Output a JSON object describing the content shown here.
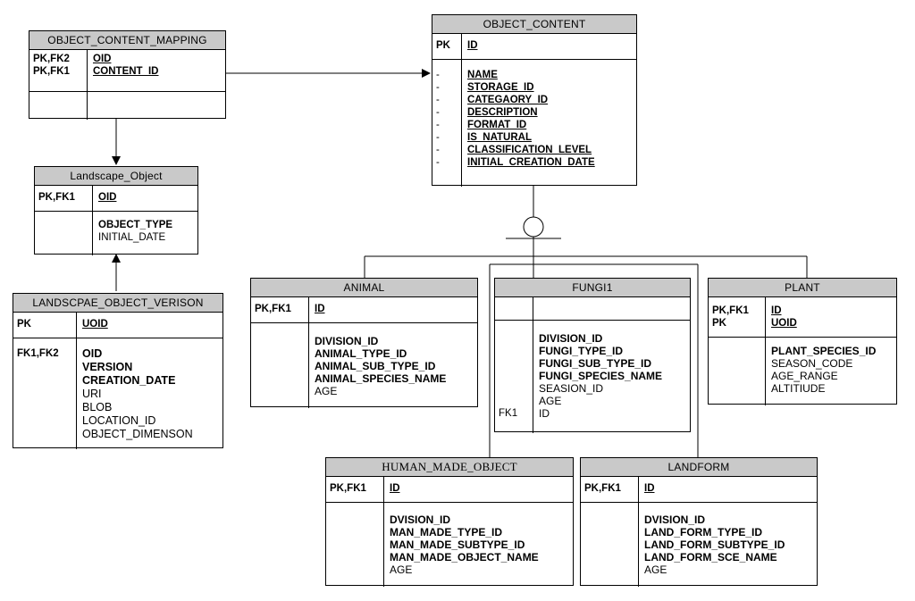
{
  "entities": {
    "ocm": {
      "title": "OBJECT_CONTENT_MAPPING",
      "pk_keys": [
        "PK,FK2",
        "PK,FK1"
      ],
      "pk_attrs": [
        "OID",
        "CONTENT_ID"
      ]
    },
    "oc": {
      "title": "OBJECT_CONTENT",
      "pk_key": "PK",
      "pk_attr": "ID",
      "markers": [
        "-",
        "-",
        "-",
        "-",
        "-",
        "-",
        "-",
        "-"
      ],
      "attrs": [
        "NAME",
        "STORAGE_ID",
        "CATEGAORY_ID",
        "DESCRIPTION",
        "FORMAT_ID",
        "IS_NATURAL",
        "CLASSIFICATION_LEVEL",
        "INITIAL_CREATION_DATE"
      ]
    },
    "lo": {
      "title": "Landscape_Object",
      "pk_key": "PK,FK1",
      "pk_attr": "OID",
      "attrs_bold": [
        "OBJECT_TYPE"
      ],
      "attrs": [
        "INITIAL_DATE"
      ]
    },
    "lov": {
      "title": "LANDSCPAE_OBJECT_VERISON",
      "pk_key": "PK",
      "pk_attr": "UOID",
      "fk_key": "FK1,FK2",
      "attrs_bold": [
        "OID",
        "VERSION",
        "CREATION_DATE"
      ],
      "attrs": [
        "URI",
        "BLOB",
        "LOCATION_ID",
        "OBJECT_DIMENSON"
      ]
    },
    "animal": {
      "title": "ANIMAL",
      "pk_key": "PK,FK1",
      "pk_attr": "ID",
      "attrs_bold": [
        "DIVISION_ID",
        "ANIMAL_TYPE_ID",
        "ANIMAL_SUB_TYPE_ID",
        "ANIMAL_SPECIES_NAME"
      ],
      "attrs": [
        "AGE"
      ]
    },
    "fungi": {
      "title": "FUNGI1",
      "pk_key": "",
      "pk_attr": "",
      "attrs_bold": [
        "DIVISION_ID",
        "FUNGI_TYPE_ID",
        "FUNGI_SUB_TYPE_ID",
        "FUNGI_SPECIES_NAME"
      ],
      "attrs": [
        "SEASION_ID",
        "AGE",
        "ID"
      ],
      "fk_key": "FK1"
    },
    "plant": {
      "title": "PLANT",
      "pk_keys": [
        "PK,FK1",
        "PK"
      ],
      "pk_attrs": [
        "ID",
        "UOID"
      ],
      "attrs_bold": [
        "PLANT_SPECIES_ID"
      ],
      "attrs": [
        "SEASON_CODE",
        "AGE_RANGE",
        "ALTITIUDE"
      ]
    },
    "hmo": {
      "title": "HUMAN_MADE_OBJECT",
      "pk_key": "PK,FK1",
      "pk_attr": "ID",
      "attrs_bold": [
        "DVISION_ID",
        "MAN_MADE_TYPE_ID",
        "MAN_MADE_SUBTYPE_ID",
        "MAN_MADE_OBJECT_NAME"
      ],
      "attrs": [
        "AGE"
      ]
    },
    "landform": {
      "title": "LANDFORM",
      "pk_key": "PK,FK1",
      "pk_attr": "ID",
      "attrs_bold": [
        "DVISION_ID",
        "LAND_FORM_TYPE_ID",
        "LAND_FORM_SUBTYPE_ID",
        "LAND_FORM_SCE_NAME"
      ],
      "attrs": [
        "AGE"
      ]
    }
  }
}
